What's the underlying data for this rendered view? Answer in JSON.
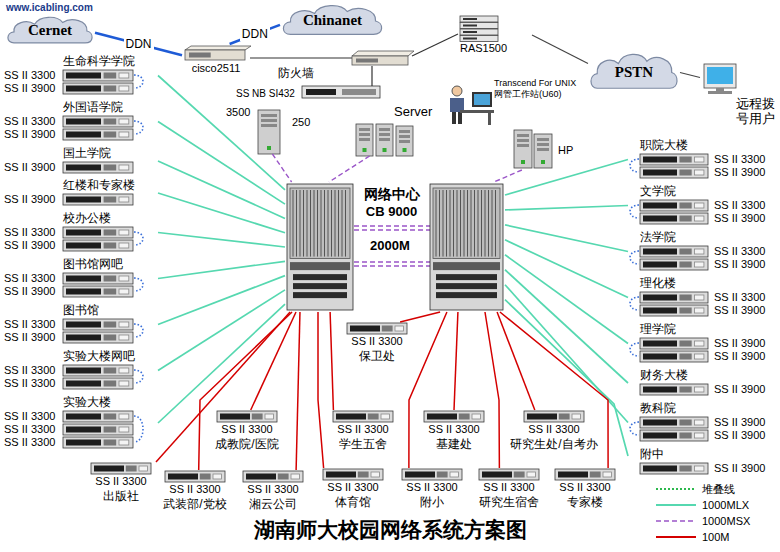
{
  "diagram": {
    "title": "湖南师大校园网络系统方案图",
    "nodes": [
      {
        "text": [
          "Cernet"
        ]
      },
      {
        "text": [
          "Chinanet"
        ]
      },
      {
        "text": [
          "cisco2511"
        ]
      },
      {
        "text": [
          "RAS1500"
        ]
      },
      {
        "text": [
          "PSTN"
        ]
      },
      {
        "text": [
          "远程拨号用户"
        ]
      },
      {
        "text": [
          "防火墙",
          "SS NB SI432"
        ]
      },
      {
        "text": [
          "Server"
        ]
      },
      {
        "text": [
          "3500"
        ]
      },
      {
        "text": [
          "Transcend For UNIX 网管工作站(U60)"
        ]
      },
      {
        "text": [
          "HP"
        ]
      },
      {
        "text": [
          "网络中心",
          "CB 9000"
        ]
      },
      {
        "text": [
          "生命科学学院",
          "SS II 3300",
          "SS II 3900"
        ]
      },
      {
        "text": [
          "外国语学院",
          "SS II 3300",
          "SS II 3900"
        ]
      },
      {
        "text": [
          "国土学院",
          "SS II 3900"
        ]
      },
      {
        "text": [
          "红楼和专家楼",
          "SS II 3900"
        ]
      },
      {
        "text": [
          "校办公楼",
          "SS II 3300",
          "SS II 3900"
        ]
      },
      {
        "text": [
          "图书馆网吧",
          "SS II 3300",
          "SS II 3900"
        ]
      },
      {
        "text": [
          "图书馆",
          "SS II 3300",
          "SS II 3900"
        ]
      },
      {
        "text": [
          "实验大楼网吧",
          "SS II 3300",
          "SS II 3300"
        ]
      },
      {
        "text": [
          "实验大楼",
          "SS II 3300",
          "SS II 3300",
          "SS II 3300"
        ]
      },
      {
        "text": [
          "职院大楼",
          "SS II 3300",
          "SS II 3900"
        ]
      },
      {
        "text": [
          "文学院",
          "SS II 3300",
          "SS II 3900"
        ]
      },
      {
        "text": [
          "法学院",
          "SS II 3300",
          "SS II 3900"
        ]
      },
      {
        "text": [
          "理化楼",
          "SS II 3300",
          "SS II 3900"
        ]
      },
      {
        "text": [
          "理学院",
          "SS II 3900",
          "SS II 3900"
        ]
      },
      {
        "text": [
          "财务大楼",
          "SS II 3900"
        ]
      },
      {
        "text": [
          "教科院",
          "SS II 3900",
          "SS II 3900"
        ]
      },
      {
        "text": [
          "附中",
          "SS II 3900"
        ]
      },
      {
        "text": [
          "SS II 3300",
          "保卫处"
        ]
      },
      {
        "text": [
          "SS II 3300",
          "成教院/医院"
        ]
      },
      {
        "text": [
          "SS II 3300",
          "学生五舍"
        ]
      },
      {
        "text": [
          "SS II 3300",
          "基建处"
        ]
      },
      {
        "text": [
          "SS II 3300",
          "研究生处/自考办"
        ]
      },
      {
        "text": [
          "SS II 3300",
          "出版社"
        ]
      },
      {
        "text": [
          "SS II 3300",
          "武装部/党校"
        ]
      },
      {
        "text": [
          "SS II 3300",
          "湘云公司"
        ]
      },
      {
        "text": [
          "SS II 3300",
          "体育馆"
        ]
      },
      {
        "text": [
          "SS II 3300",
          "附小"
        ]
      },
      {
        "text": [
          "SS II 3300",
          "研究生宿舍"
        ]
      },
      {
        "text": [
          "SS II 3300",
          "专家楼"
        ]
      }
    ],
    "edges": [
      {
        "from": 0,
        "to": 2,
        "arrow": "none",
        "label": "DDN"
      },
      {
        "from": 1,
        "to": 2,
        "arrow": "none",
        "label": "DDN"
      },
      {
        "from": 3,
        "to": 4,
        "arrow": "none"
      },
      {
        "from": 4,
        "to": 5,
        "arrow": "none"
      },
      {
        "from": 8,
        "to": 11,
        "arrow": "none"
      },
      {
        "from": 7,
        "to": 11,
        "arrow": "none"
      },
      {
        "from": 10,
        "to": 11,
        "arrow": "none"
      },
      {
        "from": 12,
        "to": 11,
        "arrow": "none"
      },
      {
        "from": 13,
        "to": 11,
        "arrow": "none"
      },
      {
        "from": 14,
        "to": 11,
        "arrow": "none"
      },
      {
        "from": 15,
        "to": 11,
        "arrow": "none"
      },
      {
        "from": 16,
        "to": 11,
        "arrow": "none"
      },
      {
        "from": 17,
        "to": 11,
        "arrow": "none"
      },
      {
        "from": 18,
        "to": 11,
        "arrow": "none"
      },
      {
        "from": 19,
        "to": 11,
        "arrow": "none"
      },
      {
        "from": 20,
        "to": 11,
        "arrow": "none"
      },
      {
        "from": 21,
        "to": 11,
        "arrow": "none"
      },
      {
        "from": 22,
        "to": 11,
        "arrow": "none"
      },
      {
        "from": 23,
        "to": 11,
        "arrow": "none"
      },
      {
        "from": 24,
        "to": 11,
        "arrow": "none"
      },
      {
        "from": 25,
        "to": 11,
        "arrow": "none"
      },
      {
        "from": 26,
        "to": 11,
        "arrow": "none"
      },
      {
        "from": 27,
        "to": 11,
        "arrow": "none"
      },
      {
        "from": 28,
        "to": 11,
        "arrow": "none"
      },
      {
        "from": 29,
        "to": 11,
        "arrow": "none"
      },
      {
        "from": 30,
        "to": 11,
        "arrow": "none"
      },
      {
        "from": 31,
        "to": 11,
        "arrow": "none"
      },
      {
        "from": 32,
        "to": 11,
        "arrow": "none"
      },
      {
        "from": 33,
        "to": 11,
        "arrow": "none"
      },
      {
        "from": 34,
        "to": 11,
        "arrow": "none"
      },
      {
        "from": 35,
        "to": 11,
        "arrow": "none"
      },
      {
        "from": 36,
        "to": 11,
        "arrow": "none"
      },
      {
        "from": 37,
        "to": 11,
        "arrow": "none"
      },
      {
        "from": 38,
        "to": 11,
        "arrow": "none"
      },
      {
        "from": 39,
        "to": 11,
        "arrow": "none"
      },
      {
        "from": 40,
        "to": 11,
        "arrow": "none"
      }
    ],
    "labels": [
      "www.icabling.com",
      "250",
      "2000M"
    ],
    "legend": [
      {
        "text": "堆叠线"
      },
      {
        "text": "1000MLX"
      },
      {
        "text": "1000MSX"
      },
      {
        "text": "100M"
      }
    ]
  }
}
